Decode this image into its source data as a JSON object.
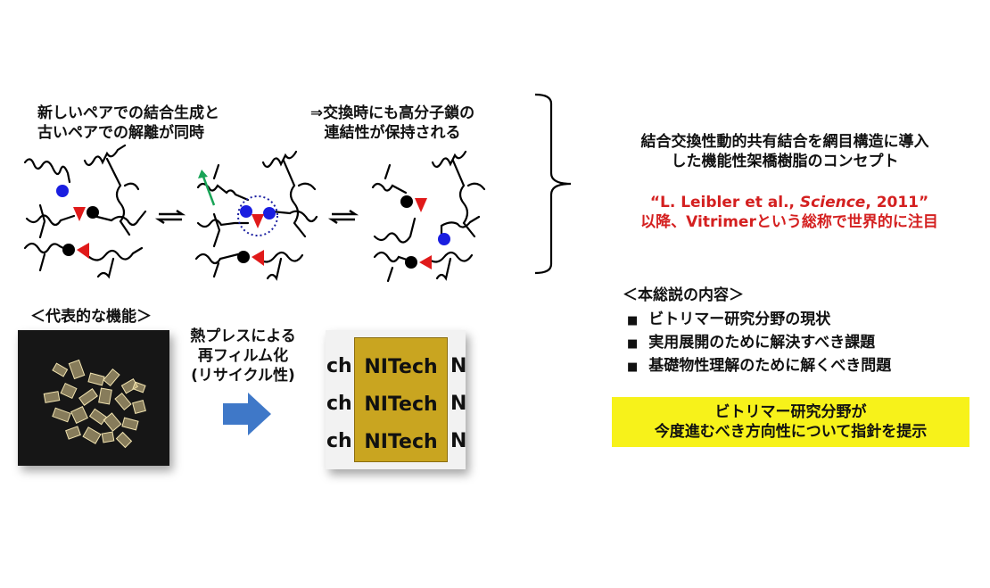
{
  "top_captions": {
    "exchange": [
      "新しいペアでの結合生成と",
      "古いペアでの解離が同時"
    ],
    "connectivity": [
      "⇒交換時にも高分子鎖の",
      "連結性が保持される"
    ]
  },
  "concept": {
    "lines": [
      "結合交換性動的共有結合を網目構造に導入",
      "した機能性架橋樹脂のコンセプト"
    ],
    "citation_prefix": "“L. Leibler et al., ",
    "citation_journal": "Science",
    "citation_suffix": ", 2011”",
    "attention": "以降、Vitrimerという総称で世界的に注目"
  },
  "review": {
    "heading": "＜本総説の内容＞",
    "bullet_glyph": "■",
    "items": [
      "ビトリマー研究分野の現状",
      "実用展開のために解決すべき課題",
      "基礎物性理解のために解くべき問題"
    ]
  },
  "highlight": [
    "ビトリマー研究分野が",
    "今度進むべき方向性について指針を提示"
  ],
  "function": {
    "heading": "＜代表的な機能＞",
    "process": [
      "熱プレスによる",
      "再フィルム化",
      "(リサイクル性)"
    ],
    "film_label": "NITech",
    "film_label_partial_left": "ch",
    "film_label_partial_right": "N"
  },
  "colors": {
    "blue_dot": "#1a1ee0",
    "red_triangle": "#e01a1a",
    "green_arrow": "#19a457",
    "highlight_bg": "#f7f21a",
    "process_arrow": "#3f78c8",
    "film": "#c9a520"
  }
}
